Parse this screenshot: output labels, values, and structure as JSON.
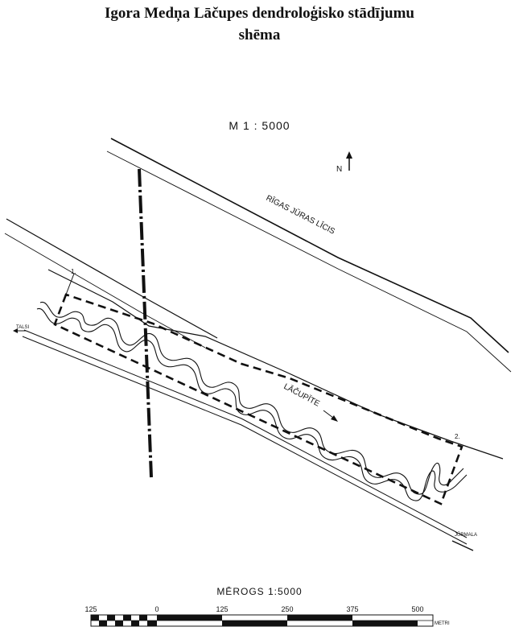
{
  "title": {
    "line1": "Igora Medņa Lāčupes dendroloģisko stādījumu",
    "line2": "shēma"
  },
  "scale_text": "M 1 : 5000",
  "north": "N",
  "labels": {
    "sea": "RĪGAS JŪRAS LĪCIS",
    "river": "LĀČUPĪTE",
    "west_town": "TALSI",
    "east_town": "JŪRMALA",
    "point1": "1.",
    "point2": "2."
  },
  "scalebar": {
    "title": "MĒROGS  1:5000",
    "ticks": [
      "125",
      "0",
      "125",
      "250",
      "375",
      "500"
    ],
    "unit": "METRI"
  }
}
